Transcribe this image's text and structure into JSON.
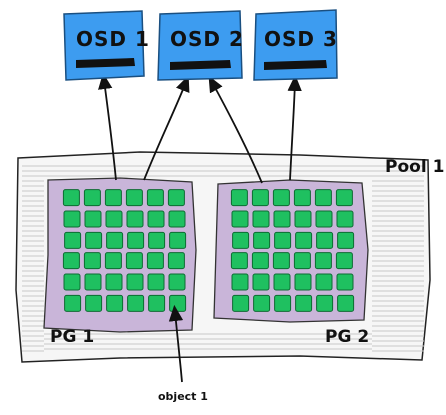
{
  "osds": [
    {
      "label": "OSD 1"
    },
    {
      "label": "OSD 2"
    },
    {
      "label": "OSD 3"
    }
  ],
  "pool": {
    "label": "Pool 1"
  },
  "pgs": [
    {
      "label": "PG 1",
      "rows": 6,
      "cols": 6
    },
    {
      "label": "PG 2",
      "rows": 6,
      "cols": 6
    }
  ],
  "object": {
    "label": "object 1"
  },
  "colors": {
    "osd_fill": "#3d9cf0",
    "osd_bar": "#111111",
    "pool_stroke": "#222222",
    "pool_hatch": "#c8c8c8",
    "pg_fill": "#c9b5d9",
    "pg_cell": "#1fc060",
    "pg_cell_stroke": "#0d6b32",
    "arrow": "#111111"
  }
}
